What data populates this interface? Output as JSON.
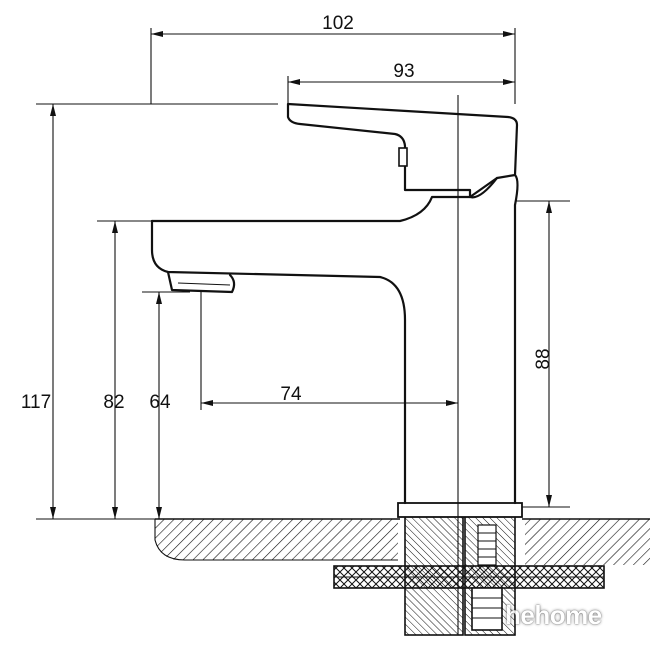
{
  "dimensions": {
    "overall_width": "102",
    "handle_width": "93",
    "overall_height": "117",
    "spout_height": "82",
    "outlet_height": "64",
    "spout_reach": "74",
    "body_height": "88"
  },
  "watermark": {
    "text": "hehome"
  },
  "colors": {
    "line": "#111111",
    "background": "#ffffff"
  }
}
